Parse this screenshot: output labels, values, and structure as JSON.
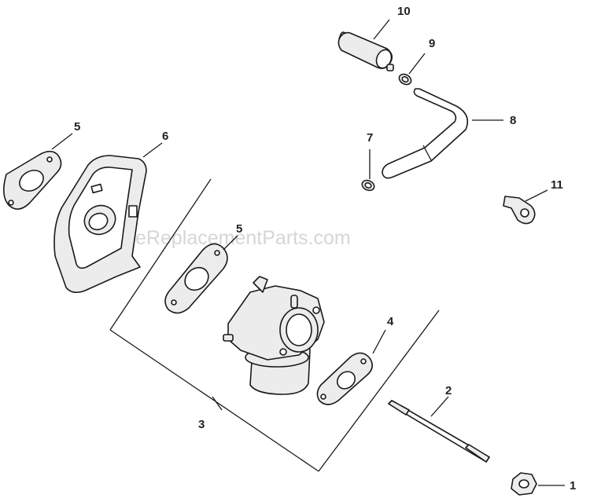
{
  "watermark": "eReplacementParts.com",
  "callouts": {
    "c1": "1",
    "c2": "2",
    "c3": "3",
    "c4": "4",
    "c5a": "5",
    "c5b": "5",
    "c6": "6",
    "c7": "7",
    "c8": "8",
    "c9": "9",
    "c10": "10",
    "c11": "11"
  }
}
